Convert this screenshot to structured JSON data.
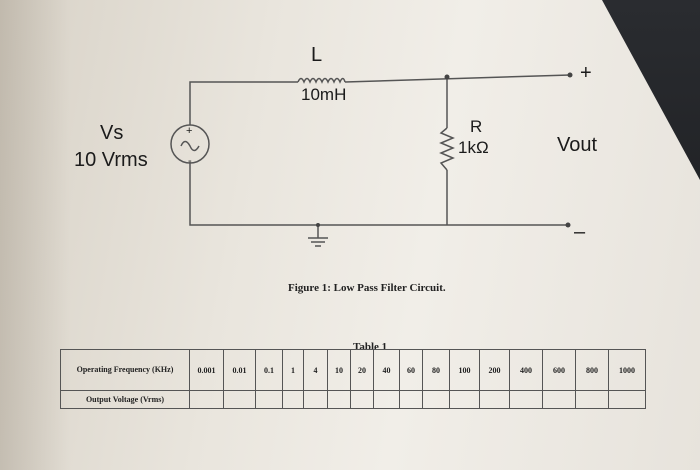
{
  "circuit": {
    "source_name": "Vs",
    "source_value": "10 Vrms",
    "source_plus": "+",
    "source_minus": "-",
    "inductor_name": "L",
    "inductor_value": "10mH",
    "resistor_name": "R",
    "resistor_value": "1kΩ",
    "output_label": "Vout",
    "output_plus": "+",
    "output_minus": "–"
  },
  "figure_caption": "Figure 1: Low Pass Filter Circuit.",
  "table": {
    "title": "Table 1",
    "row1_header": "Operating Frequency (KHz)",
    "row2_header": "Output Voltage (Vrms)",
    "frequencies": [
      "0.001",
      "0.01",
      "0.1",
      "1",
      "4",
      "10",
      "20",
      "40",
      "60",
      "80",
      "100",
      "200",
      "400",
      "600",
      "800",
      "1000"
    ]
  }
}
